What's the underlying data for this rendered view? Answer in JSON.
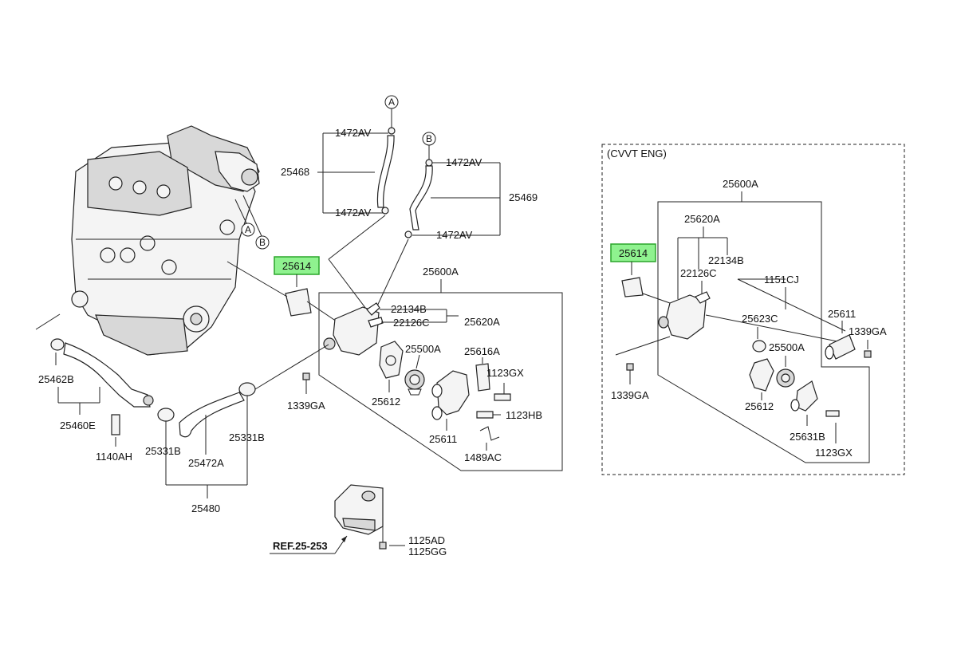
{
  "labels": {
    "a_top": "A",
    "b_top": "B",
    "a_engine": "A",
    "b_engine": "B",
    "p1472av_1": "1472AV",
    "p1472av_2": "1472AV",
    "p1472av_3": "1472AV",
    "p1472av_4": "1472AV",
    "p25468": "25468",
    "p25469": "25469",
    "p25614_main": "25614",
    "p25600a_main": "25600A",
    "p22134b_main": "22134B",
    "p22126c_main": "22126C",
    "p25620a_main": "25620A",
    "p25500a_main": "25500A",
    "p25616a": "25616A",
    "p1123gx_main": "1123GX",
    "p1339ga_main": "1339GA",
    "p25612_main": "25612",
    "p25611_main": "25611",
    "p1123hb": "1123HB",
    "p1489ac": "1489AC",
    "p25462b": "25462B",
    "p25460e": "25460E",
    "p1140ah": "1140AH",
    "p25331b_1": "25331B",
    "p25331b_2": "25331B",
    "p25472a": "25472A",
    "p25480": "25480",
    "ref": "REF.25-253",
    "p1125ad": "1125AD",
    "p1125gg": "1125GG",
    "cvvt_title": "(CVVT ENG)",
    "c25600a": "25600A",
    "c25620a": "25620A",
    "c22134b": "22134B",
    "c22126c": "22126C",
    "c25614": "25614",
    "c1151cj": "1151CJ",
    "c25611": "25611",
    "c1339ga_r": "1339GA",
    "c25623c": "25623C",
    "c25500a": "25500A",
    "c1339ga_l": "1339GA",
    "c25612": "25612",
    "c25631b": "25631B",
    "c1123gx": "1123GX"
  },
  "colors": {
    "highlight_fill": "#8ff28f",
    "highlight_stroke": "#2aa52a",
    "line": "#222222"
  }
}
